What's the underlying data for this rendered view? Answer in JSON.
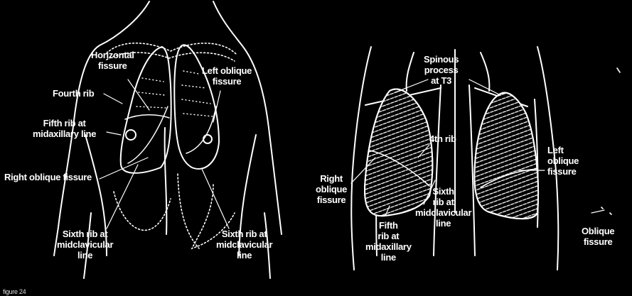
{
  "colors": {
    "background": "#000000",
    "line": "#ffffff"
  },
  "anterior_view": {
    "labels": {
      "horizontal_fissure": "Horizontal\nfissure",
      "left_oblique_fissure": "Left oblique\nfissure",
      "fourth_rib": "Fourth rib",
      "fifth_rib_midaxillary": "Fifth rib at\nmidaxillary line",
      "right_oblique_fissure": "Right oblique fissure",
      "sixth_rib_midclavicular_right": "Sixth rib at\nmidclavicular\nline",
      "sixth_rib_midclavicular_left": "Sixth rib at\nmidclavicular\nline"
    }
  },
  "posterior_view": {
    "labels": {
      "spinous_process": "Spinous\nprocess\nat T3",
      "fourth_rib": "4th rib",
      "left_oblique_fissure": "Left\noblique\nfissure",
      "right_oblique_fissure": "Right\noblique\nfissure",
      "sixth_rib_midclavicular": "Sixth\nrib at\nmidclavicular\nline",
      "fifth_rib_midaxillary": "Fifth\nrib at\nmidaxillary\nline",
      "oblique_fissure": "Oblique\nfissure"
    }
  },
  "figure_caption": "figure 24"
}
